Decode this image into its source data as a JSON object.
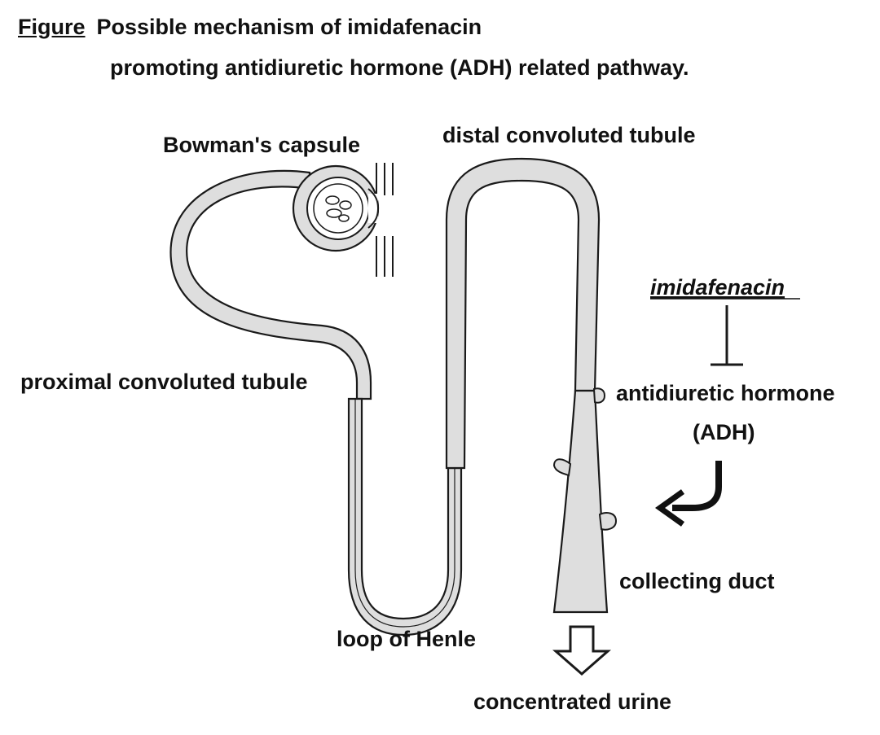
{
  "title": {
    "figure_label": "Figure",
    "line1": "Possible mechanism of imidafenacin",
    "line2": "promoting antidiuretic hormone (ADH) related pathway."
  },
  "labels": {
    "bowmans_capsule": "Bowman's capsule",
    "distal_tubule": "distal convoluted tubule",
    "proximal_tubule": "proximal convoluted tubule",
    "loop_of_henle": "loop of Henle",
    "collecting_duct": "collecting duct",
    "concentrated_urine": "concentrated urine",
    "drug": "imidafenacin",
    "hormone_line1": "antidiuretic hormone",
    "hormone_line2": "(ADH)"
  },
  "colors": {
    "tubule_fill": "#dedede",
    "stroke": "#1a1a1a"
  }
}
